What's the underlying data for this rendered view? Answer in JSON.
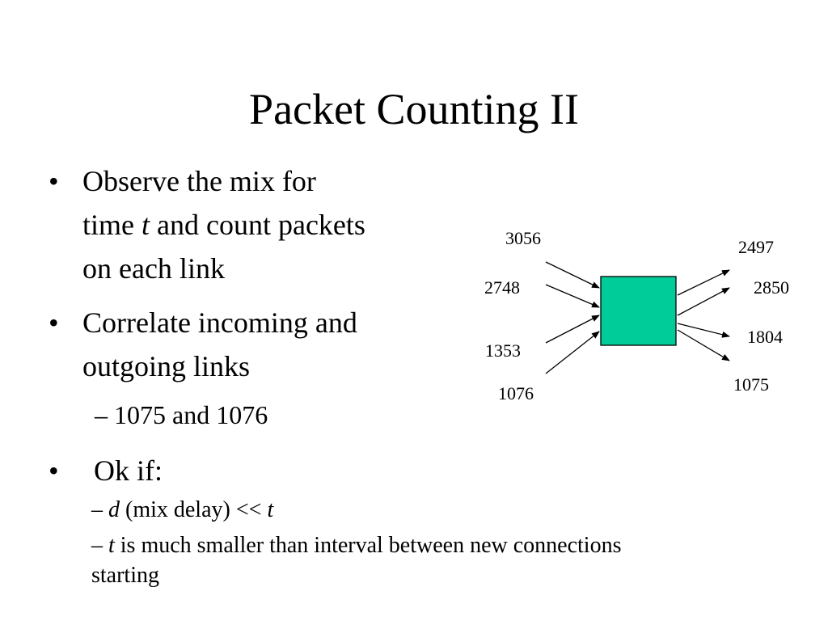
{
  "slide": {
    "title": "Packet Counting II",
    "bullet_char": "•",
    "bullets": [
      {
        "lines": [
          "Observe the mix for",
          "time ",
          "t",
          " and count packets",
          "on each link"
        ]
      },
      {
        "lines": [
          "Correlate incoming and",
          "outgoing links"
        ]
      },
      {
        "text": "Ok if:"
      }
    ],
    "sub_bullets": {
      "pair": "– 1075 and 1076",
      "delay_dash": "– ",
      "delay_var": "d",
      "delay_text": " (mix delay) << ",
      "delay_t": "t",
      "interval_dash": "– ",
      "interval_var": "t",
      "interval_text": " is much smaller than interval between new connections",
      "interval_text2": "starting"
    }
  },
  "diagram": {
    "box_color": "#00cc99",
    "incoming": [
      "3056",
      "2748",
      "1353",
      "1076"
    ],
    "outgoing": [
      "2497",
      "2850",
      "1804",
      "1075"
    ]
  }
}
